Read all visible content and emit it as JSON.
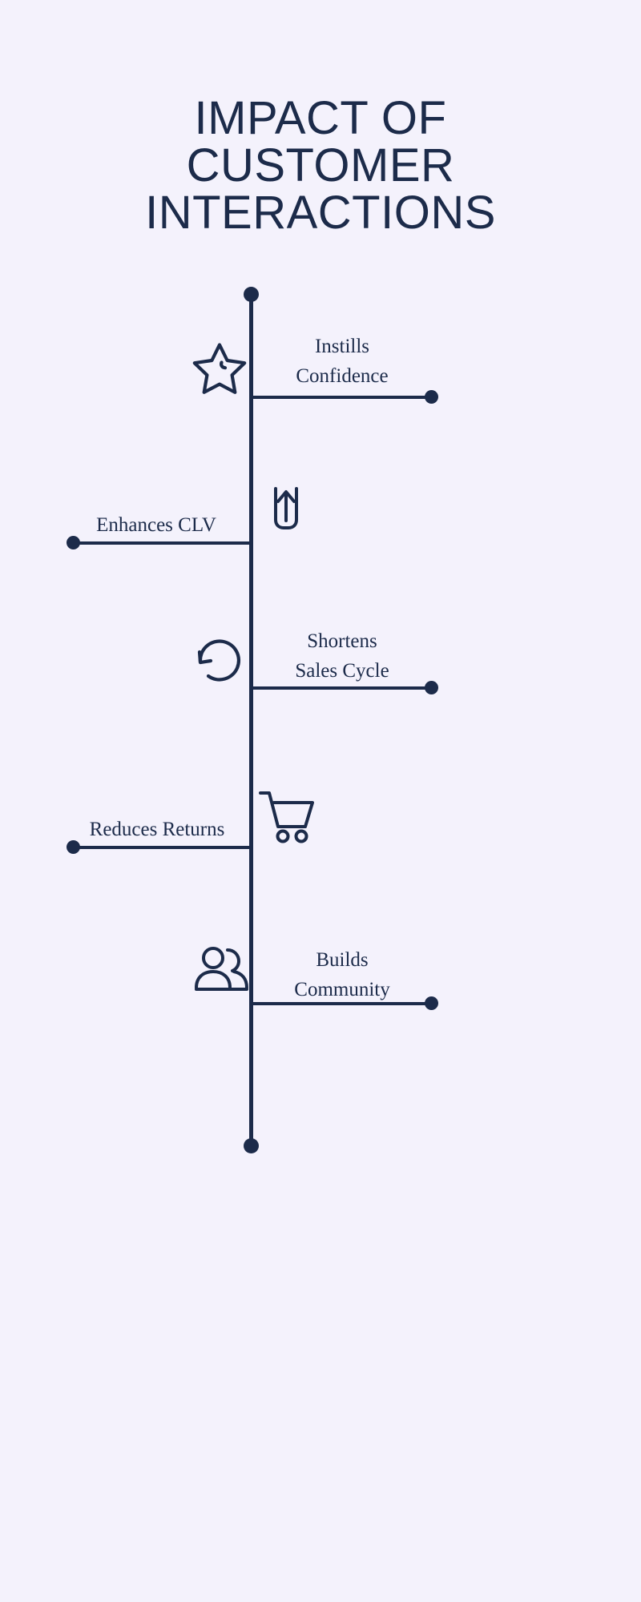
{
  "page": {
    "background_color": "#f4f2fc",
    "accent_color": "#1c2b4a"
  },
  "title": {
    "full": "IMPACT OF CUSTOMER INTERACTIONS",
    "lines": [
      "IMPACT OF",
      "CUSTOMER",
      "INTERACTIONS"
    ]
  },
  "timeline": {
    "orientation": "vertical",
    "start_marker": "dot",
    "end_marker": "dot",
    "items": [
      {
        "index": 1,
        "label": "Instills\nConfidence",
        "label_side": "right",
        "icon": "star-icon"
      },
      {
        "index": 2,
        "label": "Enhances CLV",
        "label_side": "left",
        "icon": "upload-arrow-icon"
      },
      {
        "index": 3,
        "label": "Shortens\nSales Cycle",
        "label_side": "right",
        "icon": "refresh-loop-icon"
      },
      {
        "index": 4,
        "label": "Reduces Returns",
        "label_side": "left",
        "icon": "shopping-cart-icon"
      },
      {
        "index": 5,
        "label": "Builds\nCommunity",
        "label_side": "right",
        "icon": "people-group-icon"
      }
    ]
  }
}
